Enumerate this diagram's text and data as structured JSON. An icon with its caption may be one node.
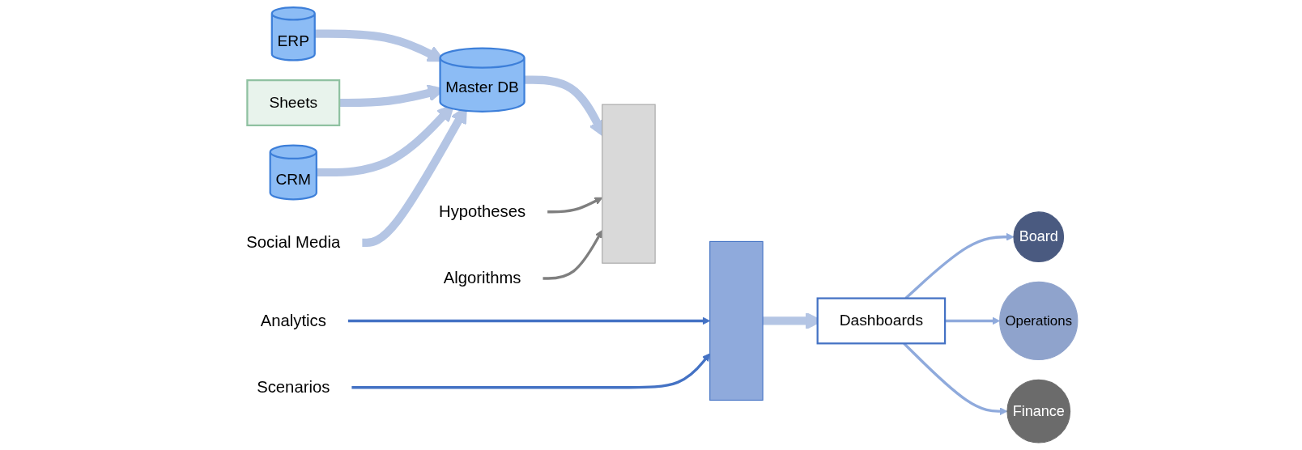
{
  "diagram": {
    "nodes": [
      {
        "text": [
          "ERP"
        ]
      },
      {
        "text": [
          "Sheets"
        ]
      },
      {
        "text": [
          "CRM"
        ]
      },
      {
        "text": [
          "Social Media"
        ]
      },
      {
        "text": [
          "Master DB"
        ]
      },
      {
        "text": [
          "Hypotheses"
        ]
      },
      {
        "text": [
          "Analytics"
        ]
      },
      {
        "text": [],
        "shape": "bar"
      },
      {
        "text": [],
        "shape": "bar"
      },
      {
        "text": [
          "Algorithms"
        ]
      },
      {
        "text": [
          "Scenarios"
        ]
      },
      {
        "text": [
          "Dashboards"
        ]
      },
      {
        "text": [
          "Board"
        ]
      },
      {
        "text": [
          "Operations"
        ]
      },
      {
        "text": [
          "Finance"
        ]
      }
    ],
    "edges": [
      {
        "from": 0,
        "to": 4,
        "arrow": "to",
        "style": "thick"
      },
      {
        "from": 1,
        "to": 4,
        "arrow": "to",
        "style": "thick"
      },
      {
        "from": 2,
        "to": 4,
        "arrow": "to",
        "style": "thick"
      },
      {
        "from": 3,
        "to": 4,
        "arrow": "to",
        "style": "thick"
      },
      {
        "from": 4,
        "to": 7,
        "arrow": "to",
        "style": "thick"
      },
      {
        "from": 5,
        "to": 7,
        "arrow": "to",
        "color": "#7f7f7f"
      },
      {
        "from": 6,
        "to": 8,
        "arrow": "to",
        "color": "#4472c4"
      },
      {
        "from": 9,
        "to": 7,
        "arrow": "to",
        "color": "#7f7f7f"
      },
      {
        "from": 10,
        "to": 8,
        "arrow": "to",
        "color": "#4472c4"
      },
      {
        "from": 8,
        "to": 11,
        "arrow": "to",
        "style": "thick"
      },
      {
        "from": 11,
        "to": 12,
        "arrow": "to",
        "color": "#8faadc"
      },
      {
        "from": 11,
        "to": 13,
        "arrow": "to",
        "color": "#8faadc"
      },
      {
        "from": 11,
        "to": 14,
        "arrow": "to",
        "color": "#8faadc"
      }
    ]
  }
}
